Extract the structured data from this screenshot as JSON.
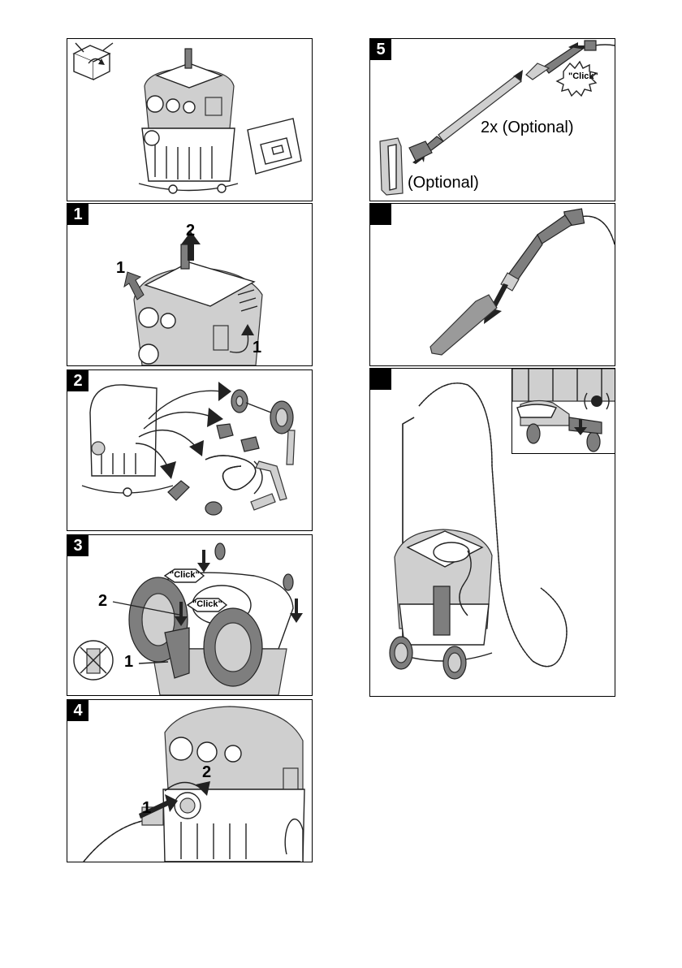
{
  "panels": {
    "intro": {
      "number": ""
    },
    "step1": {
      "number": "1",
      "label_a": "1",
      "label_b": "2",
      "label_c": "1"
    },
    "step2": {
      "number": "2"
    },
    "step3": {
      "number": "3",
      "click_a": "\"Click\"",
      "click_b": "\"Click\"",
      "label_a": "2",
      "label_b": "1"
    },
    "step4": {
      "number": "4",
      "label_a": "2",
      "label_b": "1"
    },
    "step5": {
      "number": "5",
      "click": "\"Click\"",
      "optional_tube": "2x (Optional)",
      "optional_nozzle": "(Optional)"
    },
    "step6": {
      "number": ""
    },
    "step7": {
      "number": ""
    }
  }
}
